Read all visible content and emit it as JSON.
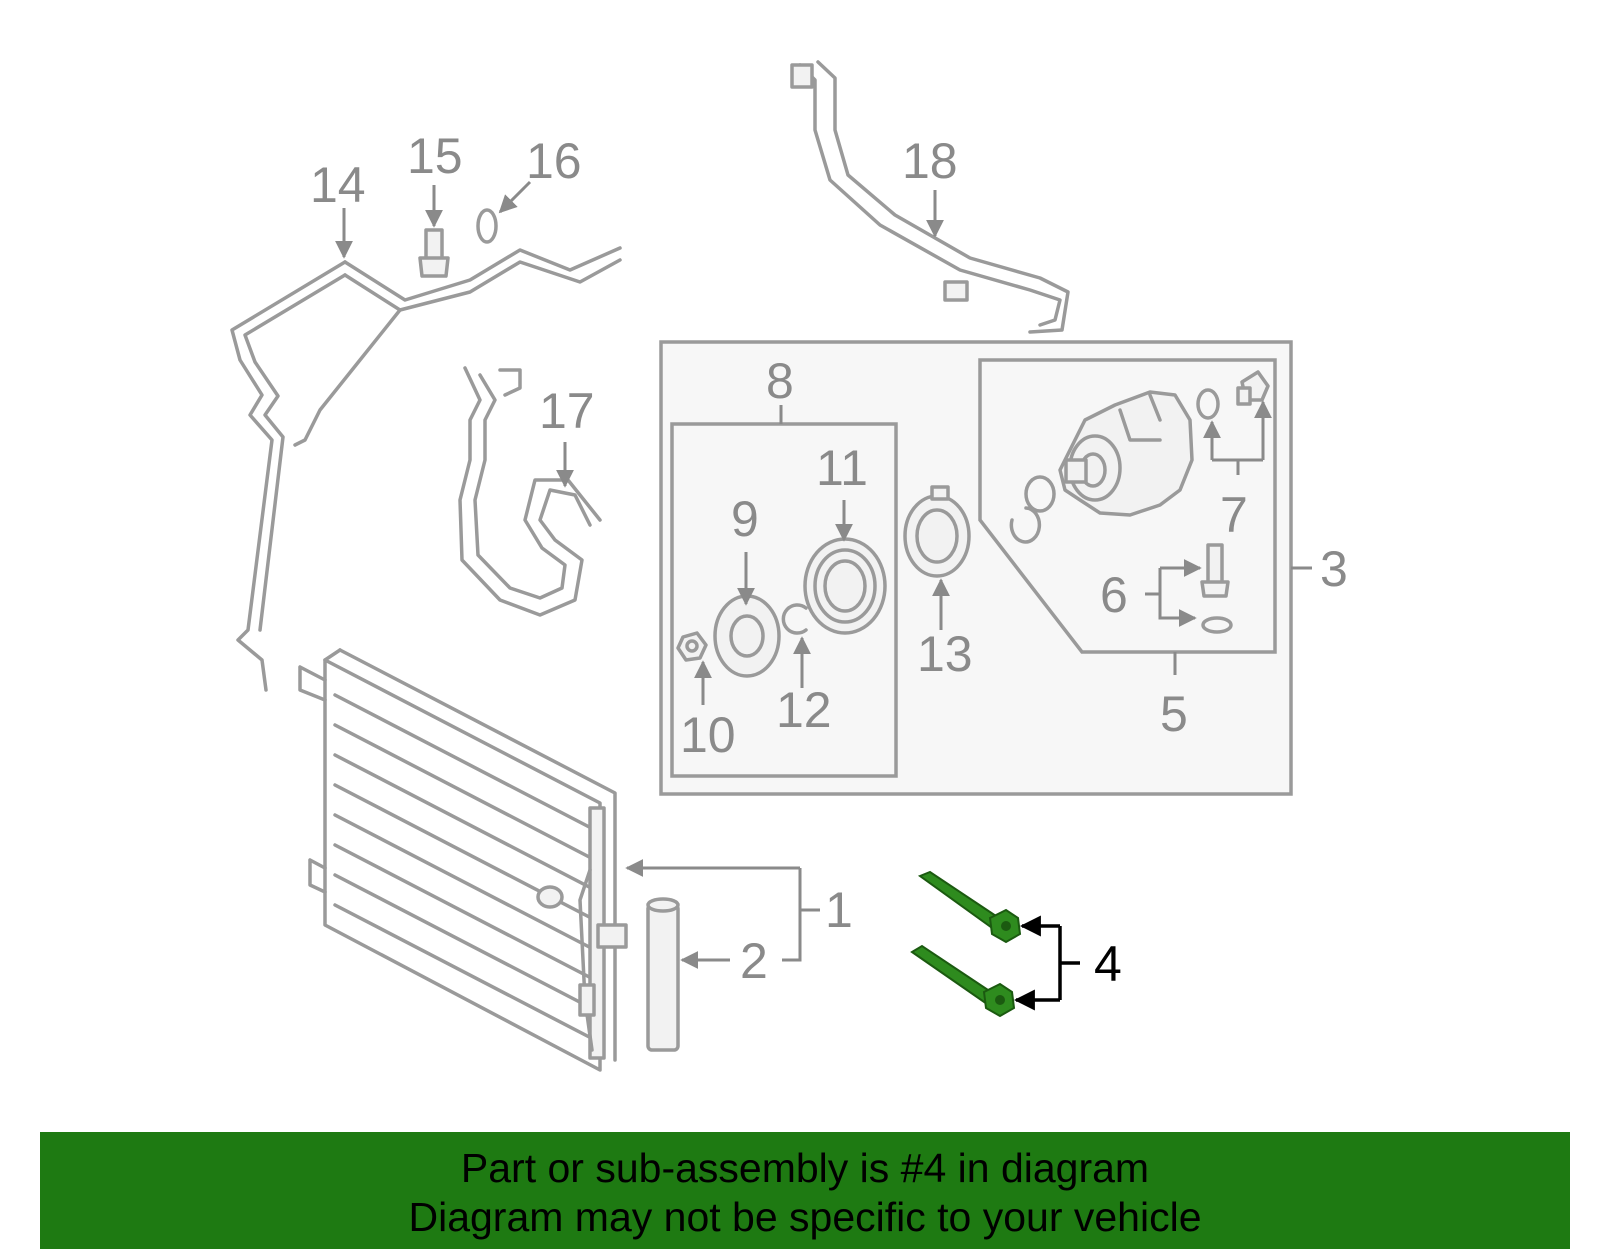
{
  "callouts": [
    "1",
    "2",
    "3",
    "4",
    "5",
    "6",
    "7",
    "8",
    "9",
    "10",
    "11",
    "12",
    "13",
    "14",
    "15",
    "16",
    "17",
    "18"
  ],
  "highlighted_callout": "4",
  "colors": {
    "highlight": "#2e8b1e",
    "banner": "#1e7a12",
    "line": "#9a9a9a",
    "label": "#8a8a8a"
  },
  "banner": {
    "line1": "Part or sub-assembly is #4 in diagram",
    "line2": "Diagram may not be specific to your vehicle"
  }
}
